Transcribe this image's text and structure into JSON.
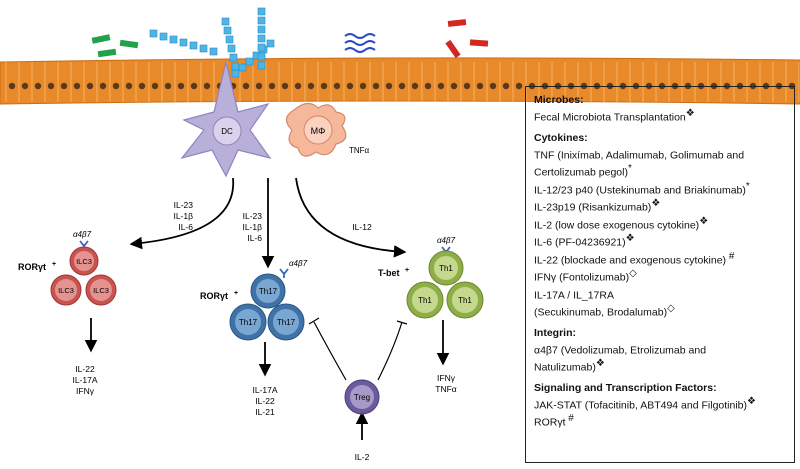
{
  "diagram": {
    "cells": {
      "dc": "DC",
      "macrophage": "MΦ",
      "macrophage_output": "TNFα",
      "ilc3": "ILC3",
      "th17": "Th17",
      "th1": "Th1",
      "treg": "Treg"
    },
    "signals": {
      "dc_to_ilc3": [
        "IL-23",
        "IL-1β",
        "IL-6"
      ],
      "dc_to_th17": [
        "IL-23",
        "IL-1β",
        "IL-6"
      ],
      "dc_to_th1": "IL-12",
      "integrin": "α4β7",
      "ilc3_tf": "RORγt",
      "th17_tf": "RORγt",
      "th1_tf": "T-bet",
      "ilc3_output": [
        "IL-22",
        "IL-17A",
        "IFNγ"
      ],
      "th17_output": [
        "IL-17A",
        "IL-22",
        "IL-21"
      ],
      "th1_output": [
        "IFNγ",
        "TNFα"
      ],
      "treg_input": "IL-2"
    },
    "colors": {
      "epithelium": "#e98a2a",
      "nucleus": "#5a3a1c",
      "dc": "#b9b0d9",
      "macrophage": "#f6b79a",
      "ilc3": "#c9534f",
      "th17": "#3f73a8",
      "th1": "#8fae48",
      "treg": "#6b5a9c",
      "integrin_receptor": "#3b66c4",
      "microbe_green": "#22a04a",
      "microbe_blue": "#4fb4e6",
      "microbe_navy": "#2a48c8",
      "microbe_red": "#d3271f"
    }
  },
  "panel": {
    "sections": [
      {
        "heading": "Microbes:",
        "lines": [
          {
            "text": "Fecal Microbiota Transplantation",
            "mark": "❖"
          }
        ]
      },
      {
        "heading": "Cytokines:",
        "lines": [
          {
            "text": "TNF (Inixímab, Adalimumab, Golimumab and",
            "mark": ""
          },
          {
            "text": "Certolizumab pegol)",
            "mark": "*"
          },
          {
            "text": "IL-12/23 p40 (Ustekinumab and Briakinumab)",
            "mark": "*"
          },
          {
            "text": "IL-23p19 (Risankizumab)",
            "mark": "❖"
          },
          {
            "text": "IL-2 (low dose exogenous cytokine)",
            "mark": "❖"
          },
          {
            "text": "IL-6 (PF-04236921)",
            "mark": "❖"
          },
          {
            "text": "IL-22 (blockade and exogenous cytokine)",
            "mark": " #"
          },
          {
            "text": "IFNγ (Fontolizumab)",
            "mark": "◇"
          },
          {
            "text": "IL-17A / IL_17RA",
            "mark": ""
          },
          {
            "text": "(Secukinumab, Brodalumab)",
            "mark": "◇"
          }
        ]
      },
      {
        "heading": "Integrin:",
        "lines": [
          {
            "text": "α4β7 (Vedolizumab, Etrolizumab and",
            "mark": ""
          },
          {
            "text": "Natulizumab)",
            "mark": "❖"
          }
        ]
      },
      {
        "heading": "Signaling and Transcription Factors:",
        "lines": [
          {
            "text": "JAK-STAT (Tofacitinib, ABT494 and Filgotinib)",
            "mark": "❖"
          },
          {
            "text": "RORγt",
            "mark": " #"
          }
        ]
      }
    ]
  }
}
